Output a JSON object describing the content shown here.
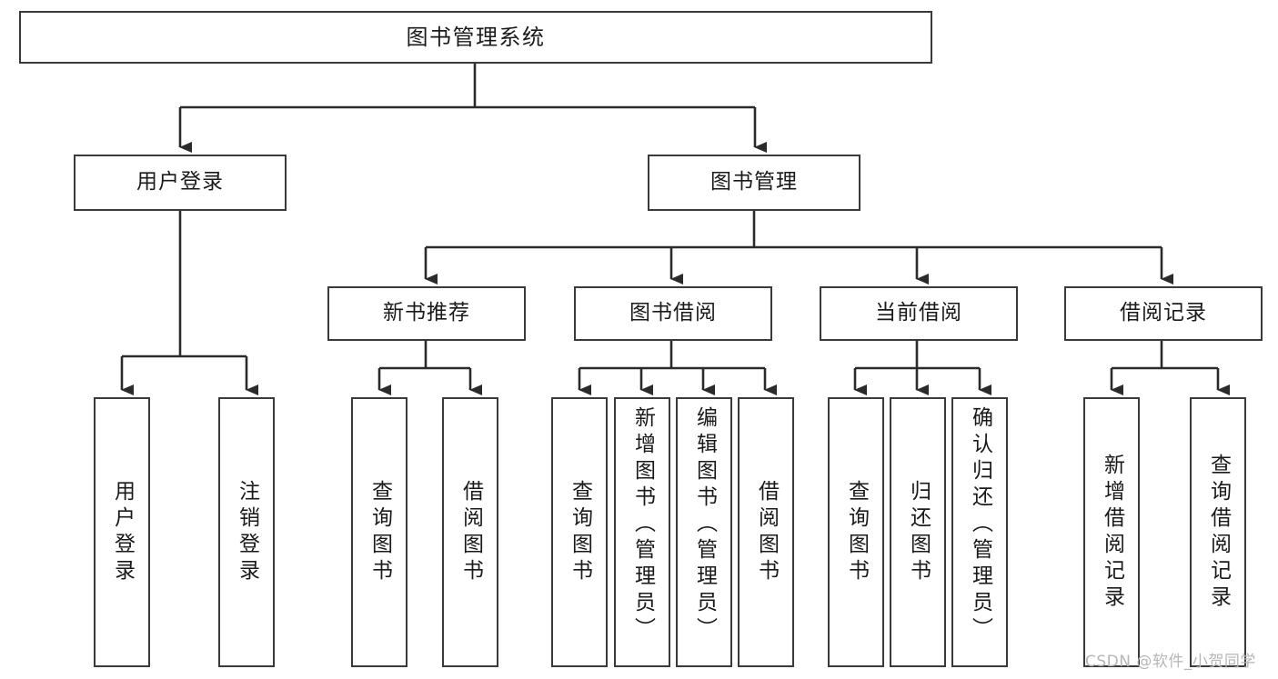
{
  "diagram": {
    "title": "图书管理系统",
    "type": "tree-hierarchy-diagram",
    "colors": {
      "box_border": "#3a3a3a",
      "box_fill": "#ffffff",
      "connector": "#2b2b2b",
      "text": "#1a1a1a",
      "watermark": "#b6b6b6",
      "background": "#ffffff"
    },
    "root": {
      "label": "图书管理系统"
    },
    "level2": [
      {
        "label": "用户登录"
      },
      {
        "label": "图书管理"
      }
    ],
    "level3": [
      {
        "label": "新书推荐"
      },
      {
        "label": "图书借阅"
      },
      {
        "label": "当前借阅"
      },
      {
        "label": "借阅记录"
      }
    ],
    "leaves": {
      "user_login": [
        {
          "label": "用户登录"
        },
        {
          "label": "注销登录"
        }
      ],
      "new_book_recommend": [
        {
          "label": "查询图书"
        },
        {
          "label": "借阅图书"
        }
      ],
      "book_borrow": [
        {
          "label": "查询图书"
        },
        {
          "label": "新增图书（管理员）"
        },
        {
          "label": "编辑图书（管理员）"
        },
        {
          "label": "借阅图书"
        }
      ],
      "current_borrow": [
        {
          "label": "查询图书"
        },
        {
          "label": "归还图书"
        },
        {
          "label": "确认归还（管理员）"
        }
      ],
      "borrow_record": [
        {
          "label": "新增借阅记录"
        },
        {
          "label": "查询借阅记录"
        }
      ]
    }
  },
  "watermark": {
    "text": "CSDN @软件_小贺同学"
  }
}
